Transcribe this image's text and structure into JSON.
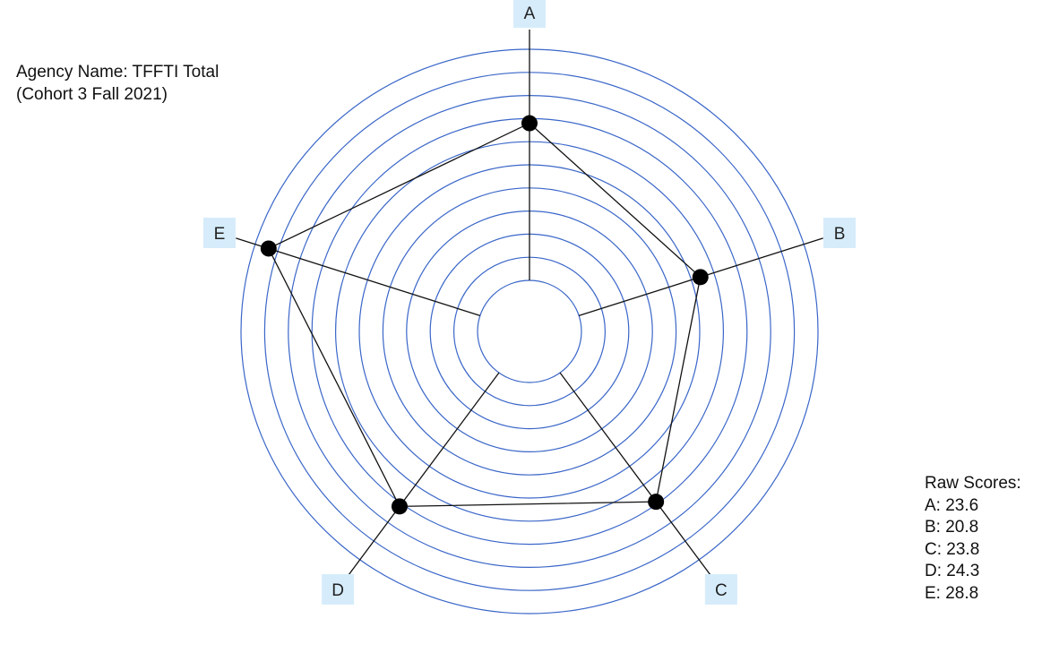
{
  "title": {
    "line1": "Agency Name: TFFTI Total",
    "line2": "(Cohort 3 Fall 2021)"
  },
  "raw_scores": {
    "heading": "Raw Scores:",
    "items": [
      "A: 23.6",
      "B: 20.8",
      "C: 23.8",
      "D: 24.3",
      "E: 28.8"
    ]
  },
  "colors": {
    "ring": "#3a66c8",
    "axis": "#111111",
    "polygon": "#111111",
    "point": "#000000",
    "label_box": "#d6ecfb"
  },
  "chart_data": {
    "type": "radar",
    "axes": [
      "A",
      "B",
      "C",
      "D",
      "E"
    ],
    "values": [
      23.6,
      20.8,
      23.8,
      24.3,
      28.8
    ],
    "ring_count": 11
  }
}
